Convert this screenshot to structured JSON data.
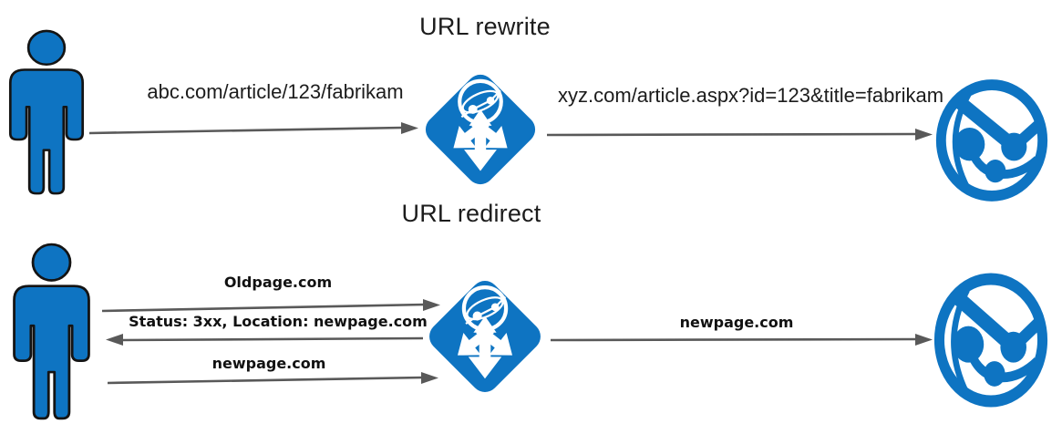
{
  "colors": {
    "icon_blue": "#0e74c2",
    "arrow_gray": "#595959",
    "text_dark": "#1c1c1c"
  },
  "icons": {
    "user": "user-person-icon",
    "gateway": "application-gateway-icon",
    "web_app": "web-app-globe-icon"
  },
  "rewrite": {
    "title": "URL rewrite",
    "request_label": "abc.com/article/123/fabrikam",
    "rewritten_label": "xyz.com/article.aspx?id=123&title=fabrikam"
  },
  "redirect": {
    "title": "URL redirect",
    "request_label": "Oldpage.com",
    "response_label": "Status: 3xx, Location: newpage.com",
    "followup_label": "newpage.com",
    "forward_label": "newpage.com"
  }
}
